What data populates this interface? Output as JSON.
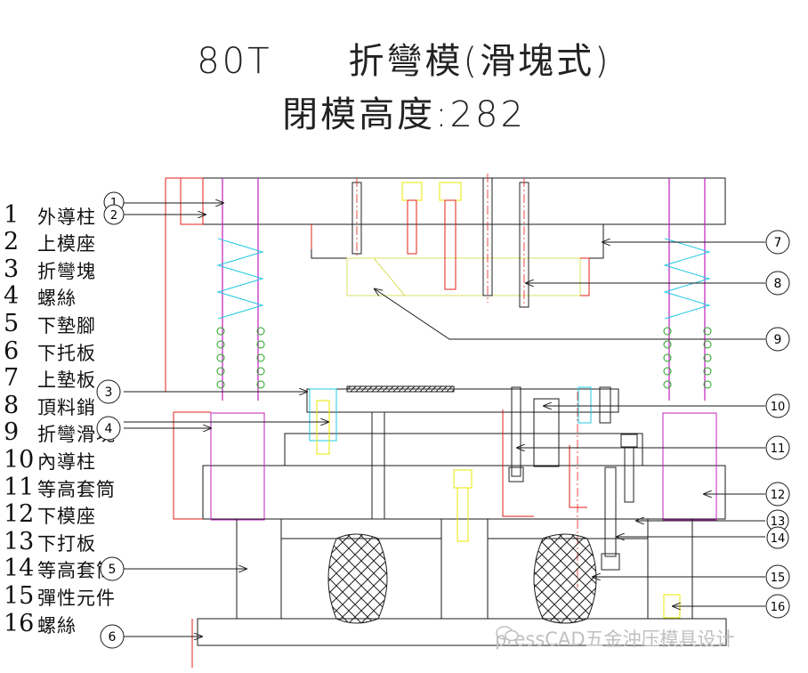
{
  "title": {
    "line1": "80T　　折彎模(滑塊式)",
    "line2": "閉模高度:282"
  },
  "legend": [
    {
      "num": "1",
      "name": "外導柱"
    },
    {
      "num": "2",
      "name": "上模座"
    },
    {
      "num": "3",
      "name": "折彎塊"
    },
    {
      "num": "4",
      "name": "螺絲"
    },
    {
      "num": "5",
      "name": "下墊腳"
    },
    {
      "num": "6",
      "name": "下托板"
    },
    {
      "num": "7",
      "name": "上墊板"
    },
    {
      "num": "8",
      "name": "頂料銷"
    },
    {
      "num": "9",
      "name": "折彎滑塊"
    },
    {
      "num": "10",
      "name": "內導柱"
    },
    {
      "num": "11",
      "name": "等高套筒"
    },
    {
      "num": "12",
      "name": "下模座"
    },
    {
      "num": "13",
      "name": "下打板"
    },
    {
      "num": "14",
      "name": "等高套筒"
    },
    {
      "num": "15",
      "name": "彈性元件"
    },
    {
      "num": "16",
      "name": "螺絲"
    }
  ],
  "balloons": {
    "b1": "1",
    "b2": "2",
    "b3": "3",
    "b4": "4",
    "b5": "5",
    "b6": "6",
    "b7": "7",
    "b8": "8",
    "b9": "9",
    "b10": "10",
    "b11": "11",
    "b12": "12",
    "b13": "13",
    "b14": "14",
    "b15": "15",
    "b16": "16"
  },
  "watermark": "pressCAD五金沖压模具设计",
  "colors": {
    "outline": "#1a1a1a",
    "red": "#e0201a",
    "magenta": "#c020c0",
    "cyan": "#20c8e0",
    "yellow": "#e8e800",
    "green": "#20a020"
  }
}
